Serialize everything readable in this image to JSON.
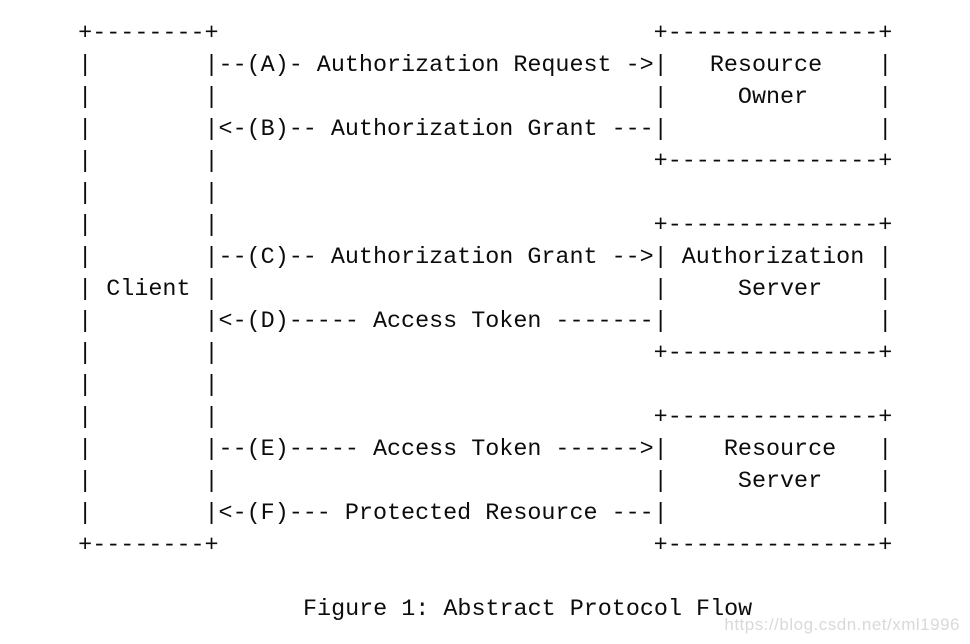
{
  "page": {
    "background_color": "#ffffff",
    "text_color": "#0c0c0c"
  },
  "figure": {
    "caption": "Figure 1: Abstract Protocol Flow",
    "ascii_lines": [
      "     +--------+                               +---------------+",
      "     |        |--(A)- Authorization Request ->|   Resource    |",
      "     |        |                               |     Owner     |",
      "     |        |<-(B)-- Authorization Grant ---|               |",
      "     |        |                               +---------------+",
      "     |        |",
      "     |        |                               +---------------+",
      "     |        |--(C)-- Authorization Grant -->| Authorization |",
      "     | Client |                               |     Server    |",
      "     |        |<-(D)----- Access Token -------|               |",
      "     |        |                               +---------------+",
      "     |        |",
      "     |        |                               +---------------+",
      "     |        |--(E)----- Access Token ------>|    Resource   |",
      "     |        |                               |     Server    |",
      "     |        |<-(F)--- Protected Resource ---|               |",
      "     +--------+                               +---------------+"
    ],
    "entities": [
      {
        "id": "client",
        "label": "Client"
      },
      {
        "id": "resource-owner",
        "label": "Resource Owner"
      },
      {
        "id": "authorization-server",
        "label": "Authorization Server"
      },
      {
        "id": "resource-server",
        "label": "Resource Server"
      }
    ],
    "flows": [
      {
        "step": "(A)",
        "label": "Authorization Request",
        "from": "Client",
        "to": "Resource Owner"
      },
      {
        "step": "(B)",
        "label": "Authorization Grant",
        "from": "Resource Owner",
        "to": "Client"
      },
      {
        "step": "(C)",
        "label": "Authorization Grant",
        "from": "Client",
        "to": "Authorization Server"
      },
      {
        "step": "(D)",
        "label": "Access Token",
        "from": "Authorization Server",
        "to": "Client"
      },
      {
        "step": "(E)",
        "label": "Access Token",
        "from": "Client",
        "to": "Resource Server"
      },
      {
        "step": "(F)",
        "label": "Protected Resource",
        "from": "Resource Server",
        "to": "Client"
      }
    ]
  },
  "watermark": {
    "text": "https://blog.csdn.net/xml1996",
    "color": "#d9d9d9"
  }
}
